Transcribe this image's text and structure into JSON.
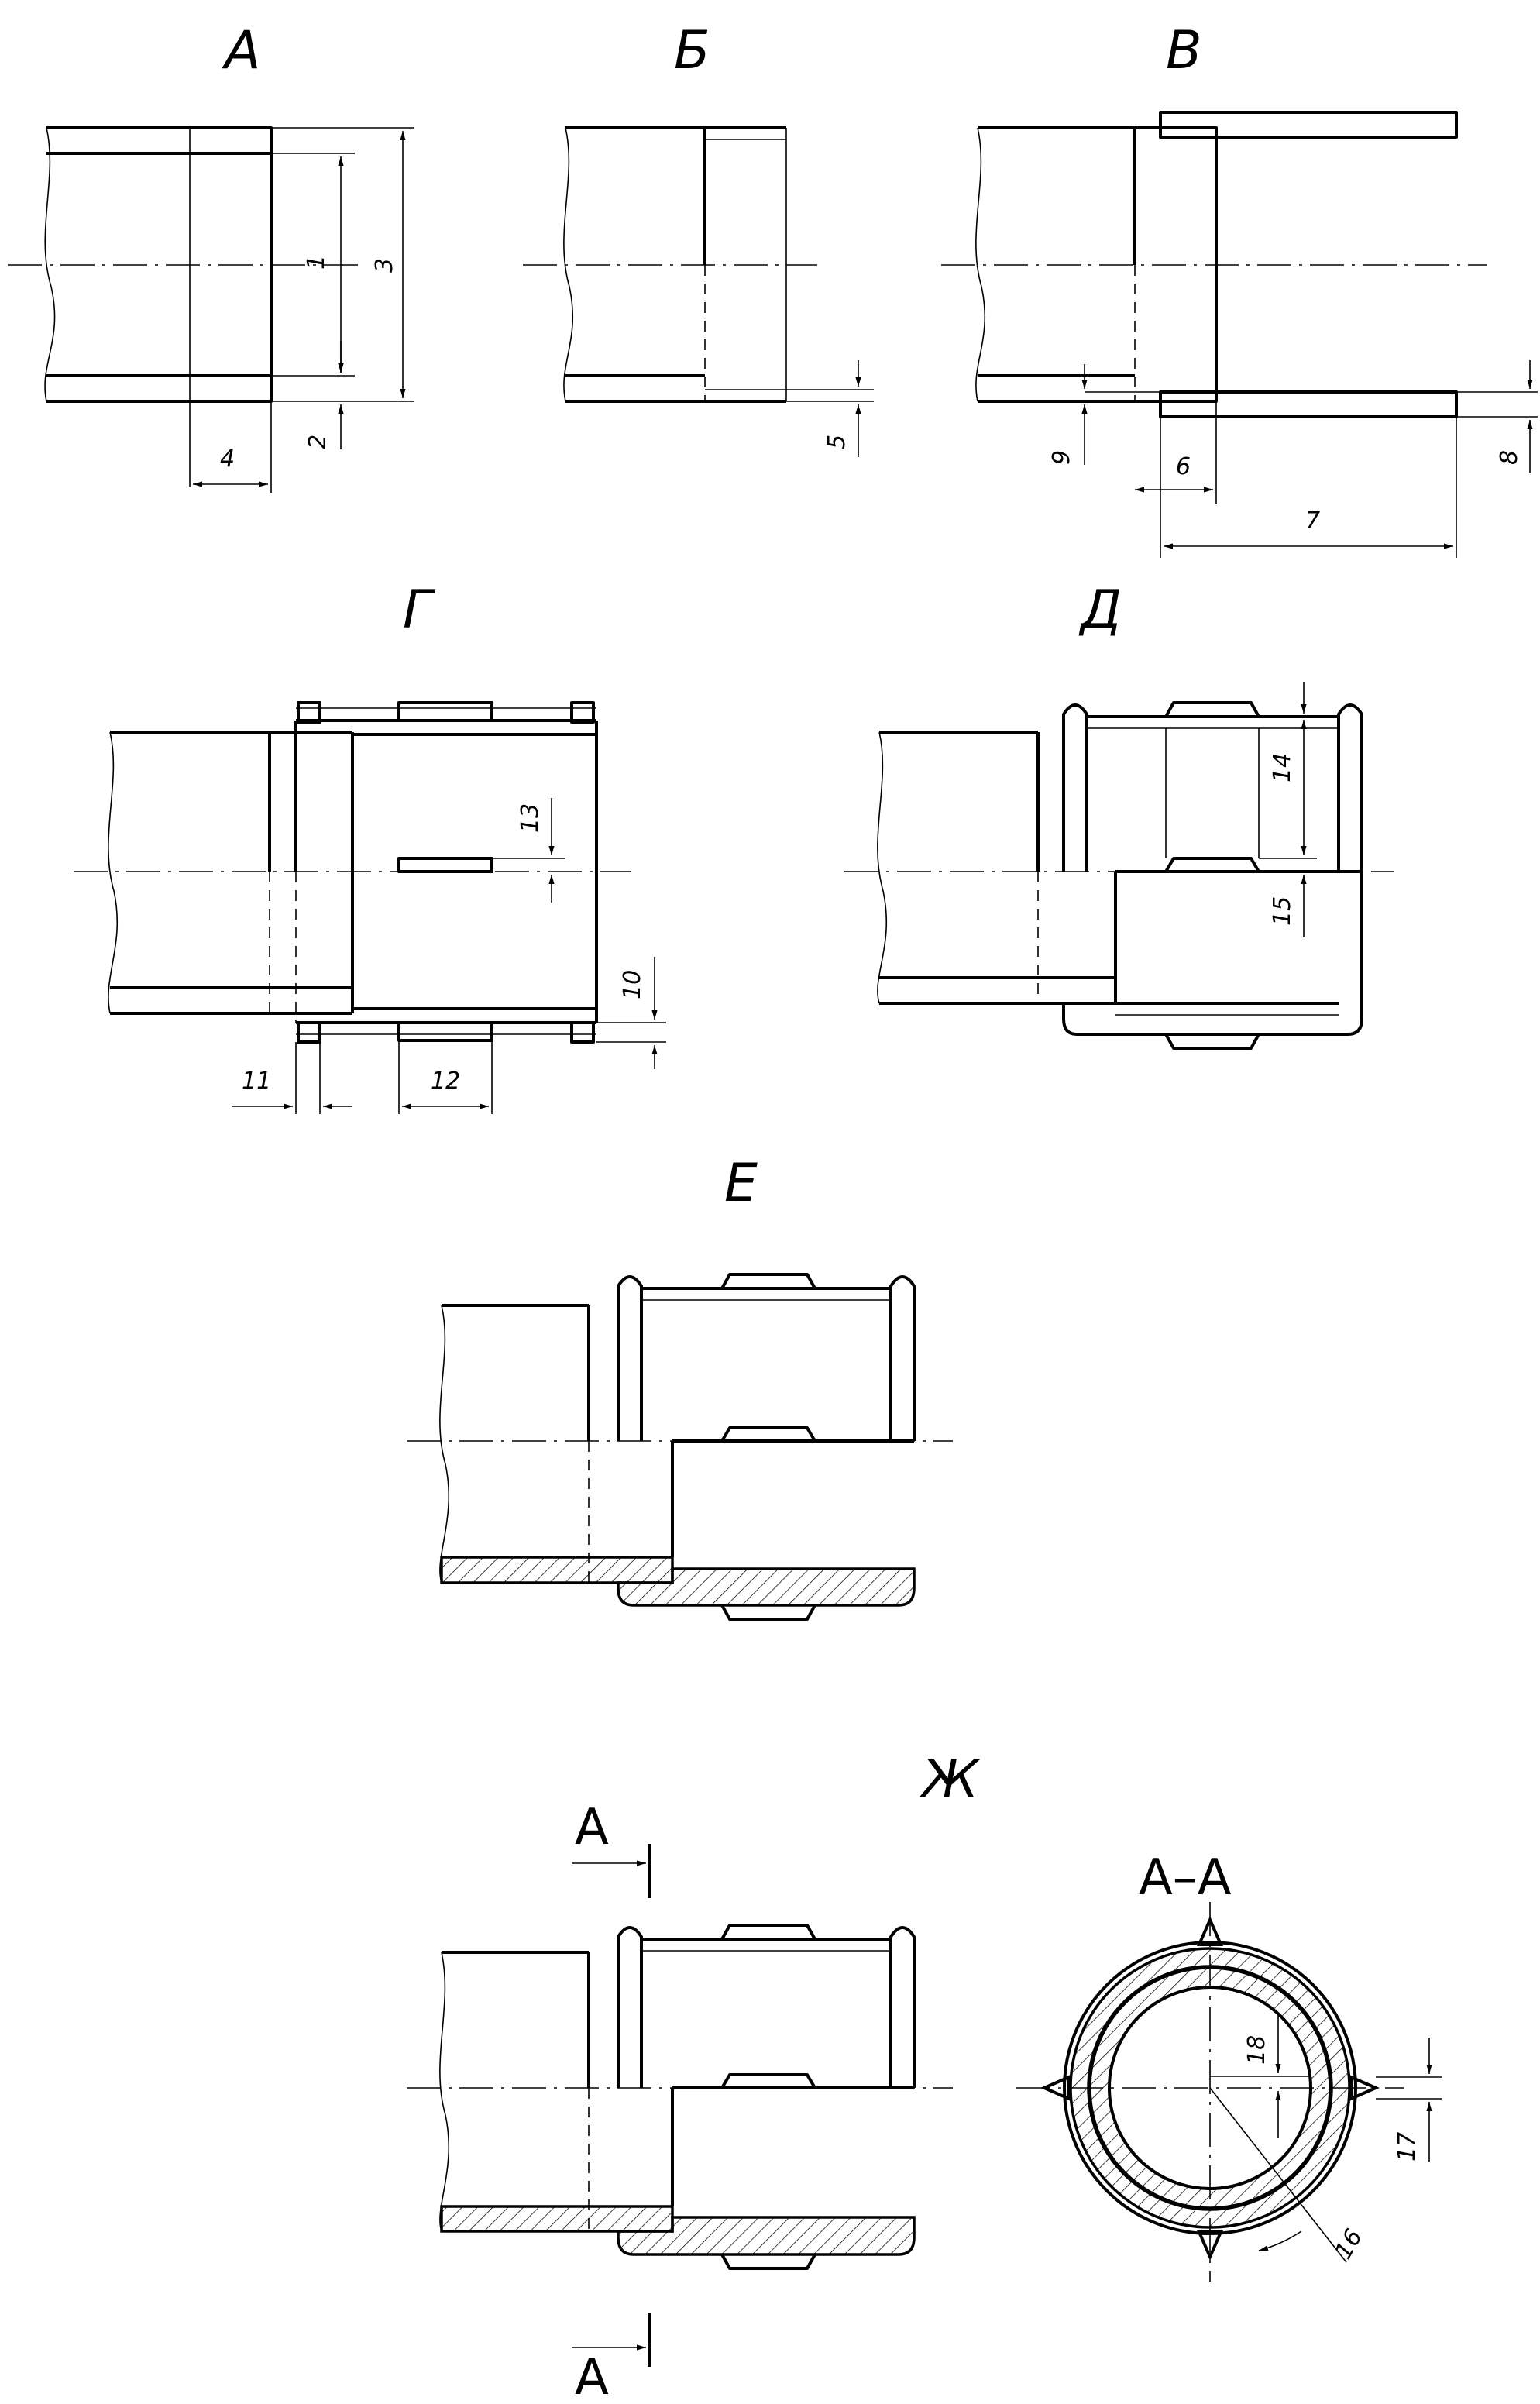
{
  "steps": [
    {
      "id": "a",
      "label": "А"
    },
    {
      "id": "b",
      "label": "Б"
    },
    {
      "id": "v",
      "label": "В"
    },
    {
      "id": "g",
      "label": "Г"
    },
    {
      "id": "d",
      "label": "Д"
    },
    {
      "id": "e",
      "label": "Е"
    },
    {
      "id": "zh",
      "label": "Ж"
    }
  ],
  "section": {
    "title": "А–А",
    "marker": "А"
  },
  "dims": {
    "d1": "1",
    "d2": "2",
    "d3": "3",
    "d4": "4",
    "d5": "5",
    "d6": "6",
    "d7": "7",
    "d8": "8",
    "d9": "9",
    "d10": "10",
    "d11": "11",
    "d12": "12",
    "d13": "13",
    "d14": "14",
    "d15": "15",
    "d16": "16",
    "d17": "17",
    "d18": "18"
  }
}
